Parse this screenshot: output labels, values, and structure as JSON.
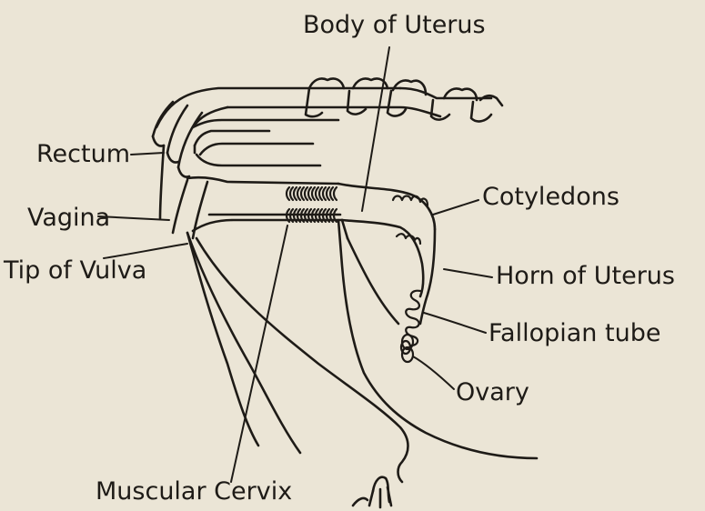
{
  "labels": {
    "body_of_uterus": "Body of Uterus",
    "rectum": "Rectum",
    "vagina": "Vagina",
    "tip_of_vulva": "Tip of Vulva",
    "cotyledons": "Cotyledons",
    "horn_of_uterus": "Horn of Uterus",
    "fallopian_tube": "Fallopian tube",
    "ovary": "Ovary",
    "muscular_cervix": "Muscular Cervix"
  },
  "colors": {
    "paper": "#ebe5d6",
    "ink": "#1e1b17"
  }
}
